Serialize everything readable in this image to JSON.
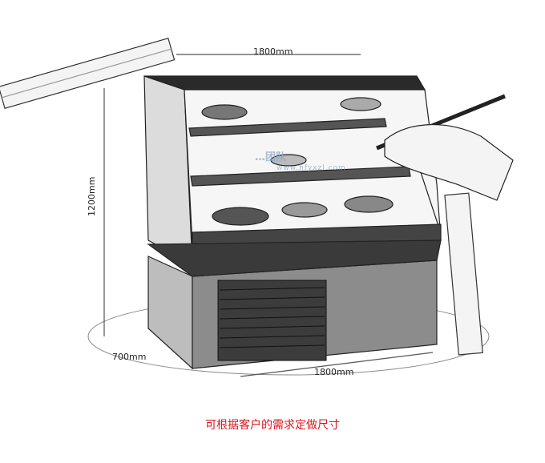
{
  "dimensions": {
    "top_width": "1800mm",
    "bottom_width": "1800mm",
    "depth": "700mm",
    "height": "1200mm"
  },
  "watermark": {
    "name": "…团队",
    "url": "www.hfyxzl.com"
  },
  "caption": "可根据客户的需求定做尺寸",
  "colors": {
    "caption": "#e0141b",
    "watermark": "#8aa8c8",
    "line": "#222222"
  }
}
